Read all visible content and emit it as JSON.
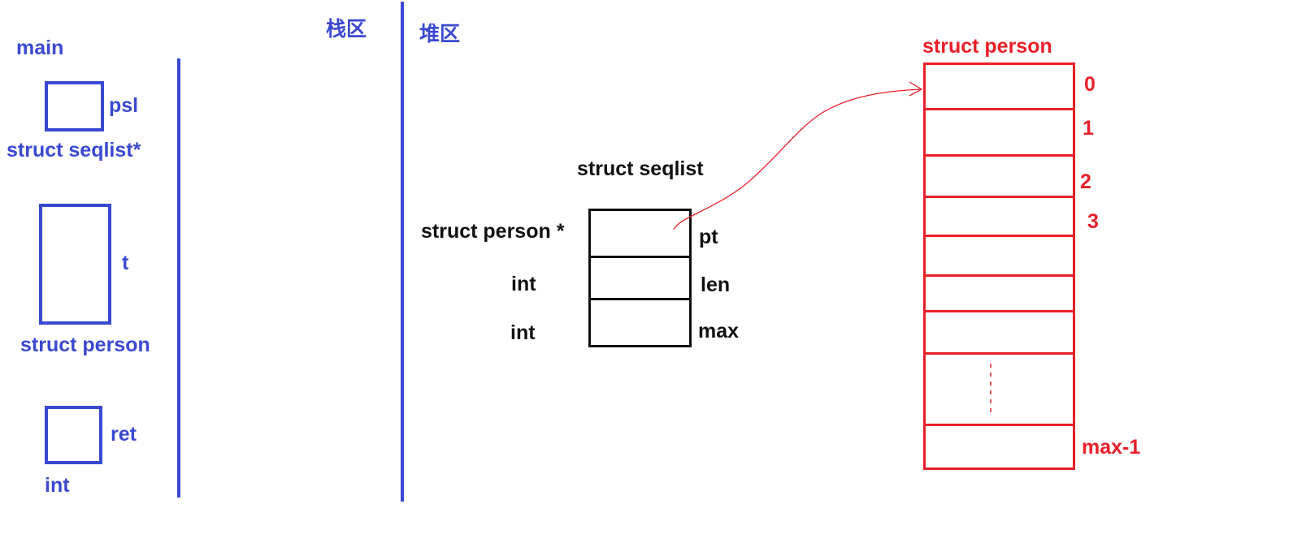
{
  "stack": {
    "region_label": "栈区",
    "frame_label": "main",
    "vars": [
      {
        "name": "psl",
        "type": "struct seqlist*"
      },
      {
        "name": "t",
        "type": "struct person"
      },
      {
        "name": "ret",
        "type": "int"
      }
    ]
  },
  "heap": {
    "region_label": "堆区",
    "seqlist": {
      "title": "struct seqlist",
      "fields": [
        {
          "name": "pt",
          "type": "struct person *"
        },
        {
          "name": "len",
          "type": "int"
        },
        {
          "name": "max",
          "type": "int"
        }
      ]
    },
    "person_array": {
      "title": "struct person",
      "indices": [
        "0",
        "1",
        "2",
        "3",
        "max-1"
      ]
    }
  },
  "colors": {
    "stack": "#3a49d0",
    "seqlist": "#111111",
    "array": "#e8202a"
  }
}
